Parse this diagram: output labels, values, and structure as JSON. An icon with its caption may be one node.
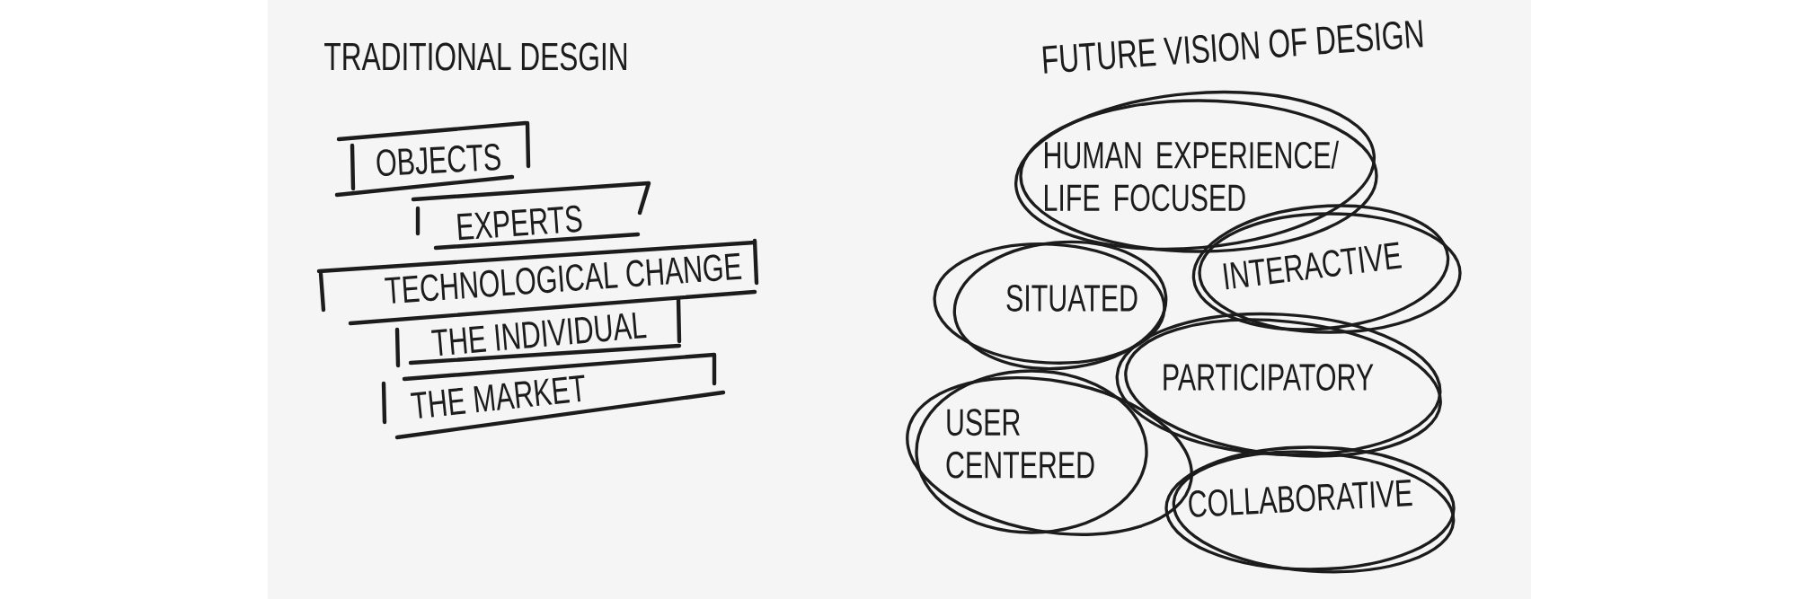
{
  "diagram": {
    "nodes": [
      {
        "text": [
          "OBJECTS"
        ]
      },
      {
        "text": [
          "EXPERTS"
        ]
      },
      {
        "text": [
          "TECHNOLOGICAL CHANGE"
        ]
      },
      {
        "text": [
          "THE INDIVIDUAL"
        ]
      },
      {
        "text": [
          "THE MARKET"
        ]
      },
      {
        "text": [
          "HUMAN EXPERIENCE/ LIFE FOCUSED"
        ]
      },
      {
        "text": [
          "SITUATED"
        ]
      },
      {
        "text": [
          "INTERACTIVE"
        ]
      },
      {
        "text": [
          "PARTICIPATORY"
        ]
      },
      {
        "text": [
          "USER CENTERED"
        ]
      },
      {
        "text": [
          "COLLABORATIVE"
        ]
      }
    ],
    "labels": [
      "TRADITIONAL DESGIN",
      "FUTURE VISION OF DESIGN"
    ]
  }
}
